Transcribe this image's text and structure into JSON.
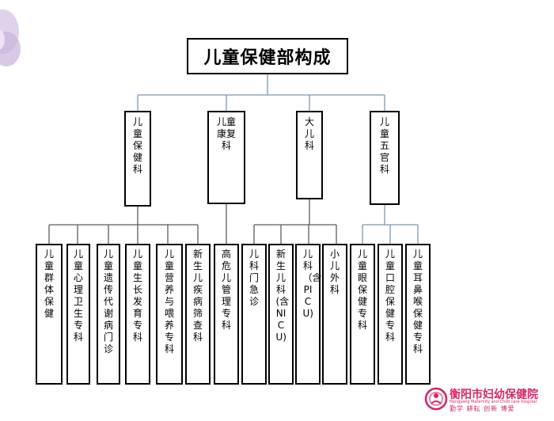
{
  "title": "儿童保健部构成",
  "departments": [
    {
      "name": "儿童保健科",
      "children": [
        "儿童群体保健",
        "儿童心理卫生专科",
        "儿童遗传代谢病门诊",
        "儿童生长发育专科",
        "儿童营养与喂养专科",
        "新生儿疾病筛查科"
      ]
    },
    {
      "name": "儿童康复科",
      "children": [
        "高危儿管理专科"
      ]
    },
    {
      "name": "大儿科",
      "children": [
        "儿科门急诊",
        "新生儿科(含NICU)",
        "儿科（含PICU)",
        "小儿外科"
      ]
    },
    {
      "name": "儿童五官科",
      "children": [
        "儿童眼保健专科",
        "儿童口腔保健专科",
        "儿童耳鼻喉保健专科"
      ]
    }
  ],
  "hospital": {
    "name": "衡阳市妇幼保健院",
    "name_en": "Hengyang Maternity and Child care hospital",
    "motto": "勤学 耕耘 创新 博爱"
  },
  "colors": {
    "line": "#7b96b4",
    "border": "#000000",
    "brand": "#d6256a"
  }
}
